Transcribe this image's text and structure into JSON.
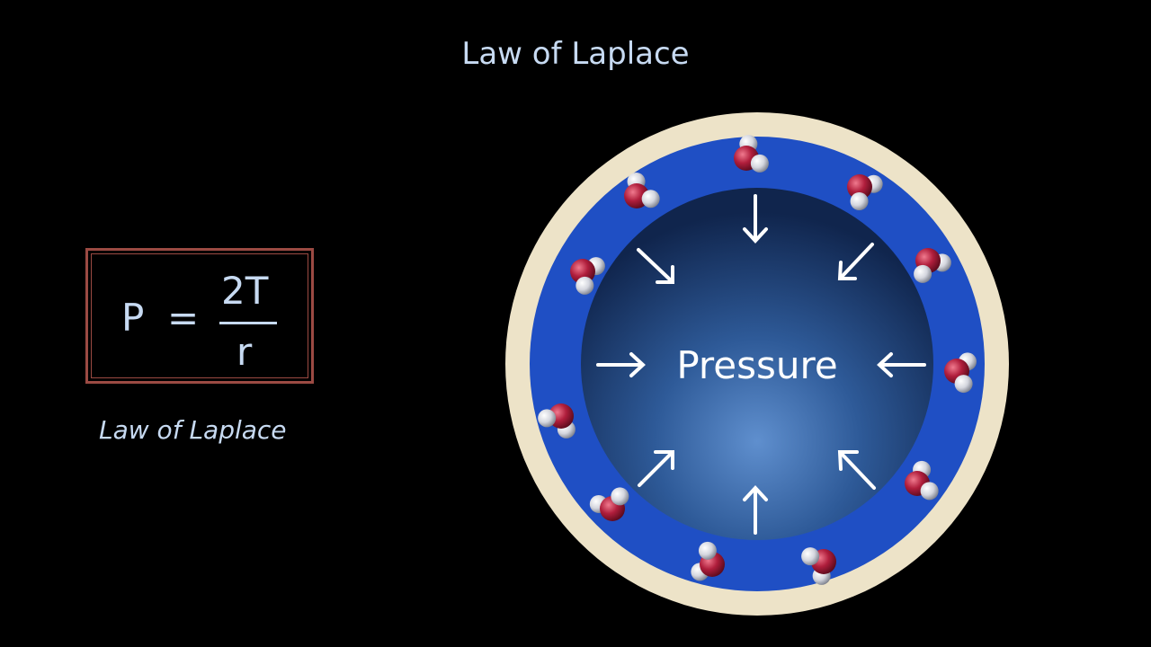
{
  "title": "Law of Laplace",
  "formula": {
    "lhs": "P",
    "equals": "=",
    "numerator": "2T",
    "denominator": "r"
  },
  "caption": "Law of Laplace",
  "diagram": {
    "center_label": "Pressure",
    "colors": {
      "outer_ring": "#ede3c8",
      "water_layer": "#1f4fc4",
      "inner_sphere": "#2a5a9a",
      "arrows": "#ffffff",
      "oxygen": "#b01e3c",
      "hydrogen": "#e8e8ee"
    }
  }
}
